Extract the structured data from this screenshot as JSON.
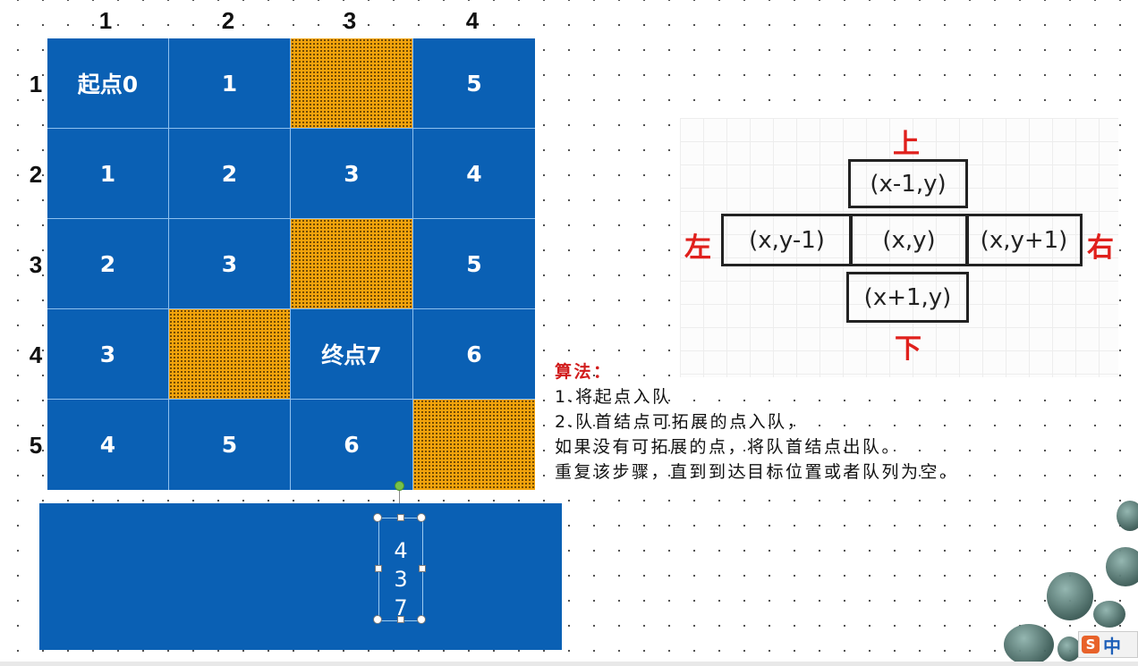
{
  "column_headers": [
    "1",
    "2",
    "3",
    "4"
  ],
  "row_headers": [
    "1",
    "2",
    "3",
    "4",
    "5"
  ],
  "grid": [
    [
      {
        "text": "起点0"
      },
      {
        "text": "1"
      },
      {
        "wall": true
      },
      {
        "text": "5"
      }
    ],
    [
      {
        "text": "1"
      },
      {
        "text": "2"
      },
      {
        "text": "3"
      },
      {
        "text": "4"
      }
    ],
    [
      {
        "text": "2"
      },
      {
        "text": "3"
      },
      {
        "wall": true
      },
      {
        "text": "5"
      }
    ],
    [
      {
        "text": "3"
      },
      {
        "wall": true
      },
      {
        "text": "终点7"
      },
      {
        "text": "6"
      }
    ],
    [
      {
        "text": "4"
      },
      {
        "text": "5"
      },
      {
        "text": "6"
      },
      {
        "wall": true
      }
    ]
  ],
  "queue": {
    "items": [
      "4",
      "3",
      "7"
    ]
  },
  "directions": {
    "up_label": "上",
    "down_label": "下",
    "left_label": "左",
    "right_label": "右",
    "up_cell": "(x-1,y)",
    "left_cell": "(x,y-1)",
    "center_cell": "(x,y)",
    "right_cell": "(x,y+1)",
    "down_cell": "(x+1,y)"
  },
  "algorithm": {
    "title": "算法：",
    "lines": [
      "1.将起点入队",
      "2.队首结点可拓展的点入队，",
      "如果没有可拓展的点，将队首结点出队。",
      "重复该步骤，直到到达目标位置或者队列为空。"
    ]
  },
  "ime": {
    "logo": "S",
    "mode": "中"
  },
  "colors": {
    "cell_blue": "#0a60b4",
    "wall_orange": "#f2a30c",
    "direction_red": "#e0201c",
    "title_red": "#d11c1c"
  }
}
